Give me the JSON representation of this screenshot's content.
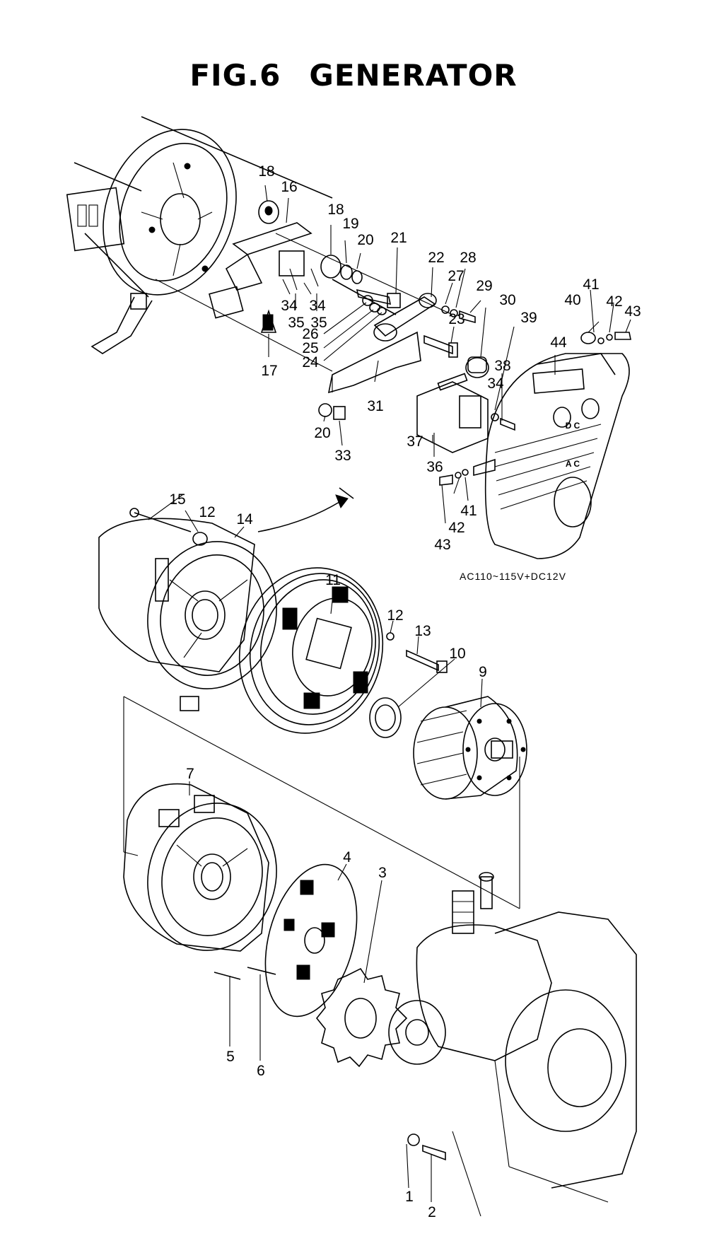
{
  "figure": {
    "label": "FIG.6",
    "title": "GENERATOR",
    "voltage_note": "AC110~115V+DC12V",
    "cover_ac": "A C",
    "cover_dc": "D C"
  },
  "callouts": [
    {
      "id": "c1",
      "text": "1"
    },
    {
      "id": "c2",
      "text": "2"
    },
    {
      "id": "c3",
      "text": "3"
    },
    {
      "id": "c4",
      "text": "4"
    },
    {
      "id": "c5",
      "text": "5"
    },
    {
      "id": "c6",
      "text": "6"
    },
    {
      "id": "c7",
      "text": "7"
    },
    {
      "id": "c9",
      "text": "9"
    },
    {
      "id": "c10",
      "text": "10"
    },
    {
      "id": "c11",
      "text": "11"
    },
    {
      "id": "c12a",
      "text": "12"
    },
    {
      "id": "c12b",
      "text": "12"
    },
    {
      "id": "c13",
      "text": "13"
    },
    {
      "id": "c14",
      "text": "14"
    },
    {
      "id": "c15",
      "text": "15"
    },
    {
      "id": "c16",
      "text": "16"
    },
    {
      "id": "c17",
      "text": "17"
    },
    {
      "id": "c18a",
      "text": "18"
    },
    {
      "id": "c18b",
      "text": "18"
    },
    {
      "id": "c19",
      "text": "19"
    },
    {
      "id": "c20a",
      "text": "20"
    },
    {
      "id": "c20b",
      "text": "20"
    },
    {
      "id": "c21",
      "text": "21"
    },
    {
      "id": "c22",
      "text": "22"
    },
    {
      "id": "c23",
      "text": "23"
    },
    {
      "id": "c24",
      "text": "24"
    },
    {
      "id": "c25",
      "text": "25"
    },
    {
      "id": "c26",
      "text": "26"
    },
    {
      "id": "c27",
      "text": "27"
    },
    {
      "id": "c28",
      "text": "28"
    },
    {
      "id": "c29",
      "text": "29"
    },
    {
      "id": "c30",
      "text": "30"
    },
    {
      "id": "c31",
      "text": "31"
    },
    {
      "id": "c33",
      "text": "33"
    },
    {
      "id": "c34a",
      "text": "34"
    },
    {
      "id": "c34b",
      "text": "34"
    },
    {
      "id": "c34c",
      "text": "34"
    },
    {
      "id": "c35a",
      "text": "35"
    },
    {
      "id": "c35b",
      "text": "35"
    },
    {
      "id": "c36",
      "text": "36"
    },
    {
      "id": "c37",
      "text": "37"
    },
    {
      "id": "c38",
      "text": "38"
    },
    {
      "id": "c39",
      "text": "39"
    },
    {
      "id": "c40",
      "text": "40"
    },
    {
      "id": "c41a",
      "text": "41"
    },
    {
      "id": "c41b",
      "text": "41"
    },
    {
      "id": "c42a",
      "text": "42"
    },
    {
      "id": "c42b",
      "text": "42"
    },
    {
      "id": "c43a",
      "text": "43"
    },
    {
      "id": "c43b",
      "text": "43"
    },
    {
      "id": "c44",
      "text": "44"
    }
  ]
}
